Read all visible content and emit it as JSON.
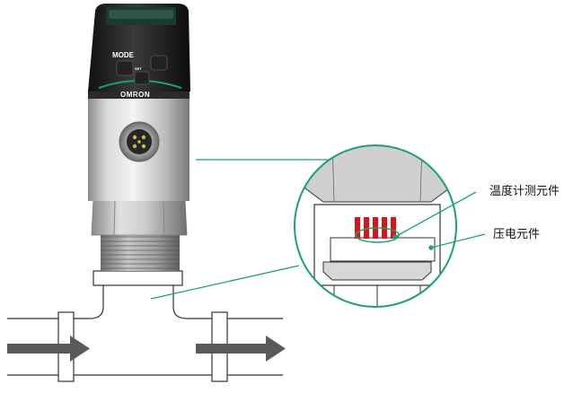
{
  "device": {
    "mode_label": "MODE",
    "set_label": "SET",
    "brand": "OMRON"
  },
  "labels": {
    "temperature_element": "温度计测元件",
    "piezo_element": "压电元件"
  },
  "colors": {
    "accent": "#1aa36b",
    "sensor_red": "#d8141f",
    "arrow": "#5a5a5a",
    "outline": "#333333"
  }
}
